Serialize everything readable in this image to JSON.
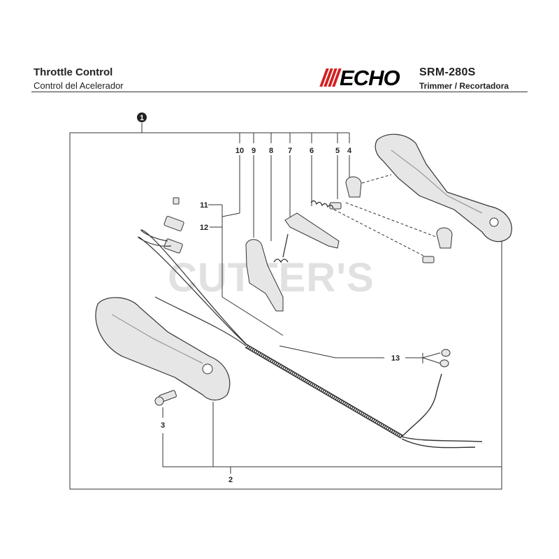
{
  "header": {
    "title": "Throttle Control",
    "subtitle": "Control del Acelerador",
    "brand": "ECHO",
    "model": "SRM-280S",
    "model_subtitle": "Trimmer / Recortadora"
  },
  "watermark": "CUTTER'S",
  "callouts": [
    "1",
    "2",
    "3",
    "4",
    "5",
    "6",
    "7",
    "8",
    "9",
    "10",
    "11",
    "12",
    "13"
  ],
  "colors": {
    "brand_red": "#d41e1e",
    "line": "#333333",
    "part_fill": "#e6e6e6"
  }
}
